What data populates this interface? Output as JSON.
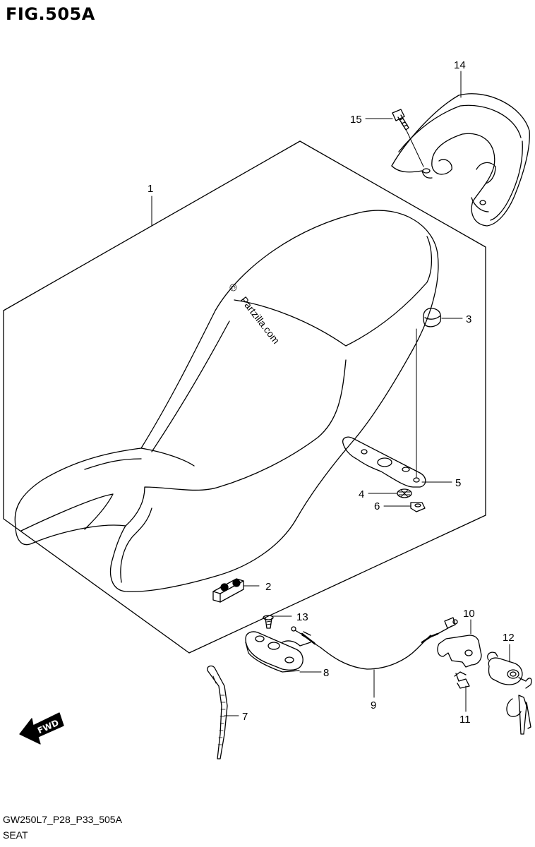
{
  "figure": {
    "title": "FIG.505A",
    "diagram_code": "GW250L7_P28_P33_505A",
    "section_name": "SEAT"
  },
  "watermark": {
    "symbol": "©",
    "text": "Partzilla.com"
  },
  "fwd_arrow": {
    "label": "FWD"
  },
  "callouts": [
    {
      "id": "1",
      "label": "1"
    },
    {
      "id": "2",
      "label": "2"
    },
    {
      "id": "3",
      "label": "3"
    },
    {
      "id": "4",
      "label": "4"
    },
    {
      "id": "5",
      "label": "5"
    },
    {
      "id": "6",
      "label": "6"
    },
    {
      "id": "7",
      "label": "7"
    },
    {
      "id": "8",
      "label": "8"
    },
    {
      "id": "9",
      "label": "9"
    },
    {
      "id": "10",
      "label": "10"
    },
    {
      "id": "11",
      "label": "11"
    },
    {
      "id": "12",
      "label": "12"
    },
    {
      "id": "13",
      "label": "13"
    },
    {
      "id": "14",
      "label": "14"
    },
    {
      "id": "15",
      "label": "15"
    }
  ]
}
